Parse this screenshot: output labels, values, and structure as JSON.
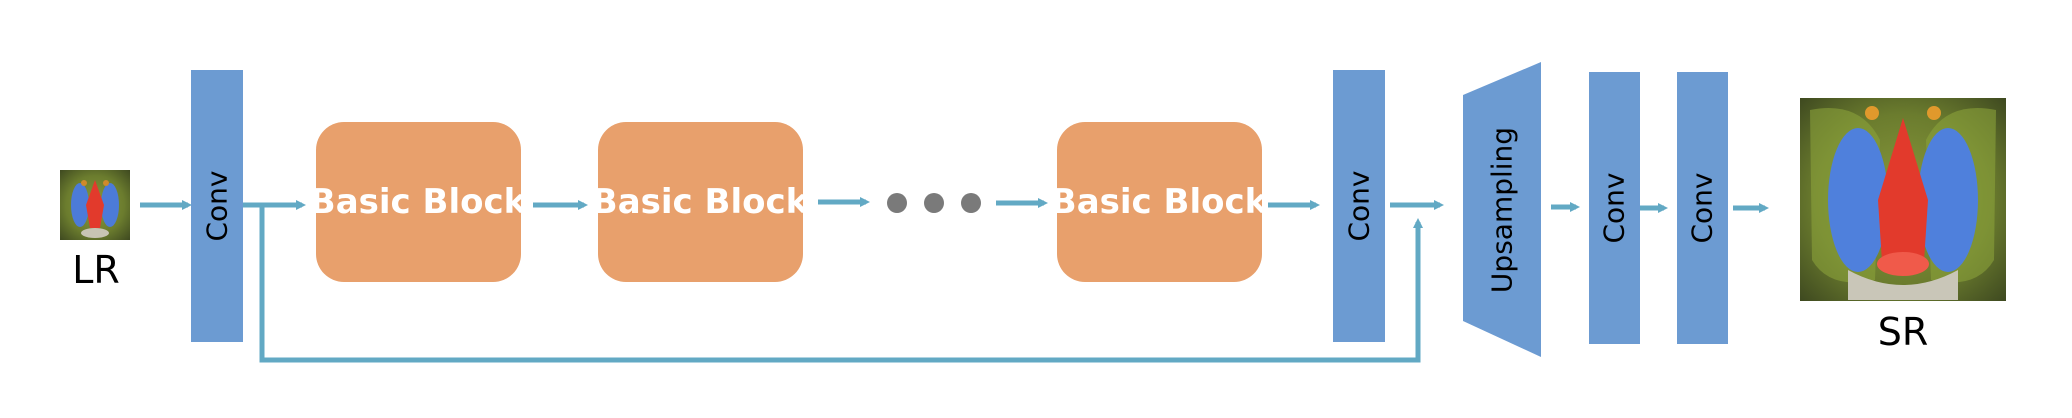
{
  "colors": {
    "conv": "#6c9bd2",
    "block": "#e8a06c",
    "arrow": "#62a9c4",
    "dot": "#7a7a7a",
    "block_text": "#ffffff"
  },
  "input": {
    "label": "LR",
    "image_icon": "mandrill-face-icon"
  },
  "output": {
    "label": "SR",
    "image_icon": "mandrill-face-icon"
  },
  "layers": {
    "conv_1": "Conv",
    "block_1": "Basic Block",
    "block_2": "Basic Block",
    "block_3": "Basic Block",
    "conv_2": "Conv",
    "upsampling": "Upsampling",
    "conv_3": "Conv",
    "conv_4": "Conv"
  }
}
